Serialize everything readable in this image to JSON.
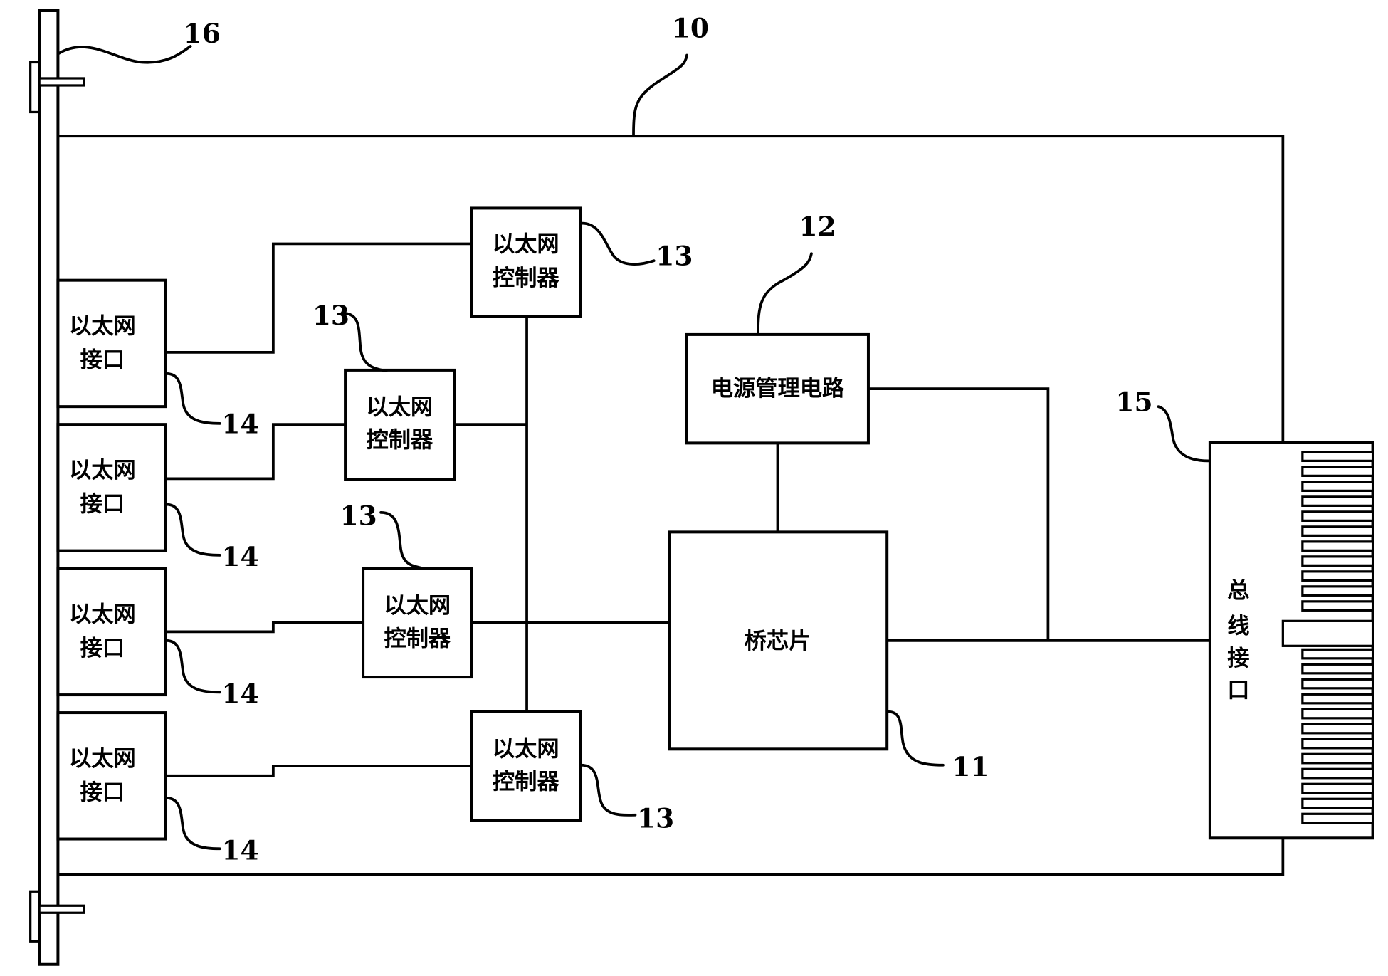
{
  "figure": {
    "board": {
      "ref": "10"
    },
    "faceplate": {
      "ref": "16"
    },
    "bridge_chip": {
      "label": "桥芯片",
      "ref": "11"
    },
    "power_management": {
      "label": "电源管理电路",
      "ref": "12"
    },
    "bus_interface": {
      "label_chars": [
        "总",
        "线",
        "接",
        "口"
      ],
      "ref": "15"
    },
    "ethernet_interfaces": [
      {
        "line1": "以太网",
        "line2": "接口",
        "ref": "14"
      },
      {
        "line1": "以太网",
        "line2": "接口",
        "ref": "14"
      },
      {
        "line1": "以太网",
        "line2": "接口",
        "ref": "14"
      },
      {
        "line1": "以太网",
        "line2": "接口",
        "ref": "14"
      }
    ],
    "ethernet_controllers": [
      {
        "line1": "以太网",
        "line2": "控制器",
        "ref": "13"
      },
      {
        "line1": "以太网",
        "line2": "控制器",
        "ref": "13"
      },
      {
        "line1": "以太网",
        "line2": "控制器",
        "ref": "13"
      },
      {
        "line1": "以太网",
        "line2": "控制器",
        "ref": "13"
      }
    ]
  }
}
